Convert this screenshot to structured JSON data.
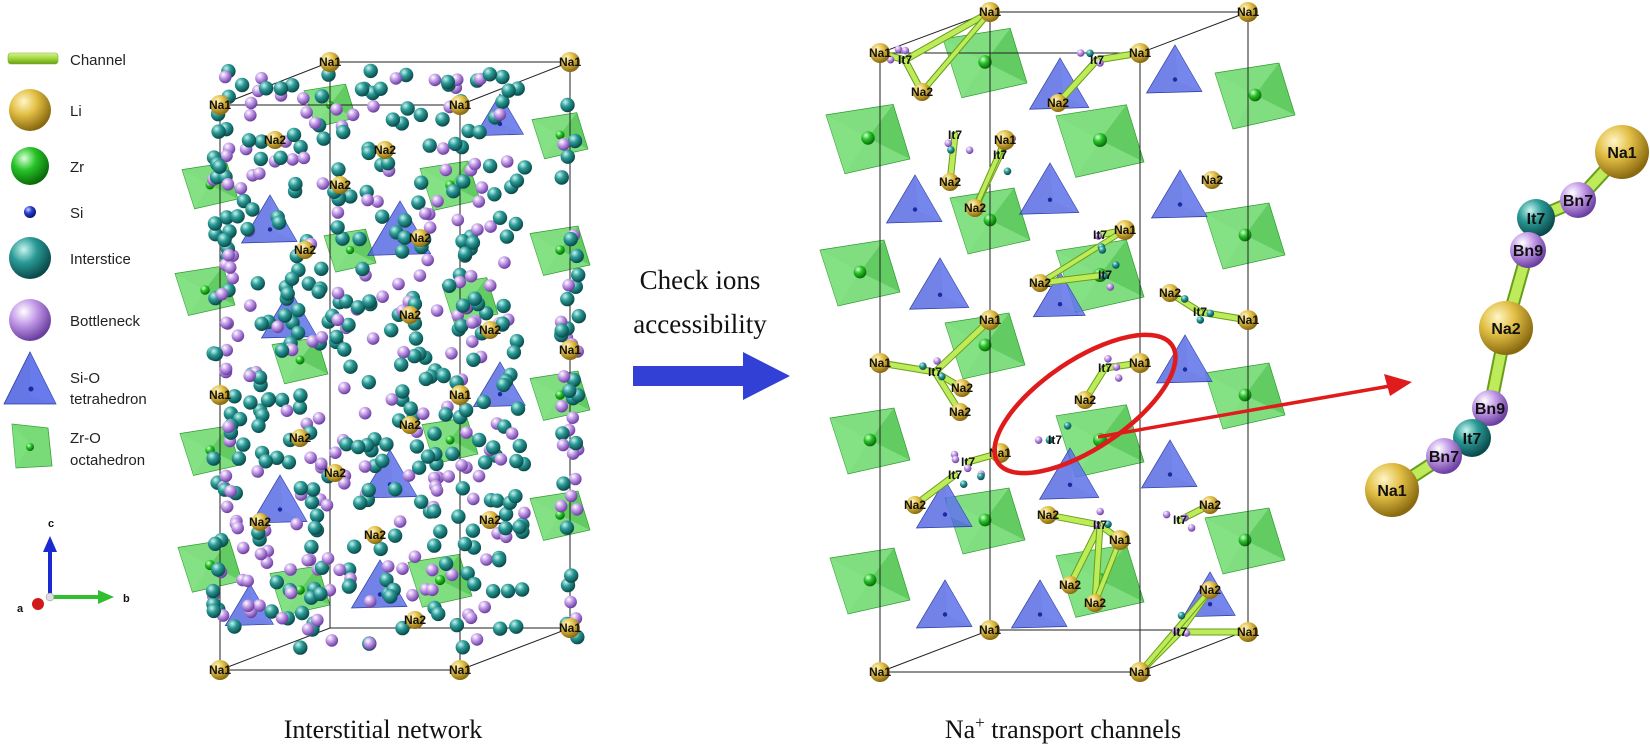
{
  "legend": {
    "items": [
      {
        "key": "channel",
        "label": "Channel",
        "icon": "channel-swatch"
      },
      {
        "key": "li",
        "label": "Li",
        "icon": "li-sphere",
        "color": "#d9b33a"
      },
      {
        "key": "zr",
        "label": "Zr",
        "icon": "zr-sphere",
        "color": "#2fbf2f"
      },
      {
        "key": "si",
        "label": "Si",
        "icon": "si-sphere",
        "color": "#2a3fd0"
      },
      {
        "key": "interstice",
        "label": "Interstice",
        "icon": "interstice-sphere",
        "color": "#2a8f8f"
      },
      {
        "key": "bottleneck",
        "label": "Bottleneck",
        "icon": "bottleneck-sphere",
        "color": "#b58be0"
      },
      {
        "key": "si_o",
        "label_lines": [
          "Si-O",
          "tetrahedron"
        ],
        "icon": "tetrahedron",
        "color": "#4a5fe0"
      },
      {
        "key": "zr_o",
        "label_lines": [
          "Zr-O",
          "octahedron"
        ],
        "icon": "octahedron",
        "color": "#56d256"
      }
    ]
  },
  "axes": {
    "c": "c",
    "a": "a",
    "b": "b"
  },
  "arrow_text": {
    "line1": "Check ions",
    "line2": "accessibility"
  },
  "captions": {
    "left": "Interstitial network",
    "right_main": "Na",
    "right_sup": "+",
    "right_rest": " transport channels"
  },
  "site_labels": {
    "na1": "Na1",
    "na2": "Na2",
    "it7": "It7",
    "bn7": "Bn7",
    "bn9": "Bn9"
  },
  "left_labels": {
    "na1": [
      "Na1",
      "Na1",
      "Na1",
      "Na1",
      "Na1",
      "Na1",
      "Na1",
      "Na1",
      "Na1",
      "Na1"
    ],
    "na2": [
      "Na2",
      "Na2",
      "Na2",
      "Na2",
      "Na2",
      "Na2",
      "Na2",
      "Na2",
      "Na2",
      "Na2",
      "Na2",
      "Na2",
      "Na2",
      "Na2"
    ]
  },
  "chain": {
    "nodes": [
      {
        "label": "Na1",
        "type": "li"
      },
      {
        "label": "Bn7",
        "type": "bottleneck"
      },
      {
        "label": "It7",
        "type": "interstice"
      },
      {
        "label": "Bn9",
        "type": "bottleneck"
      },
      {
        "label": "Na2",
        "type": "li"
      },
      {
        "label": "Bn9",
        "type": "bottleneck"
      },
      {
        "label": "It7",
        "type": "interstice"
      },
      {
        "label": "Bn7",
        "type": "bottleneck"
      },
      {
        "label": "Na1",
        "type": "li"
      }
    ]
  },
  "colors": {
    "li": "#d9b33a",
    "zr": "#2fbf2f",
    "si": "#2a3fd0",
    "interstice": "#2a8f8f",
    "bottleneck": "#b58be0",
    "tetra": "#4a5fe0",
    "octa": "#56d256",
    "channel": "#9fd63a",
    "arrow_blue": "#3340d6",
    "arrow_red": "#e01b1b"
  }
}
